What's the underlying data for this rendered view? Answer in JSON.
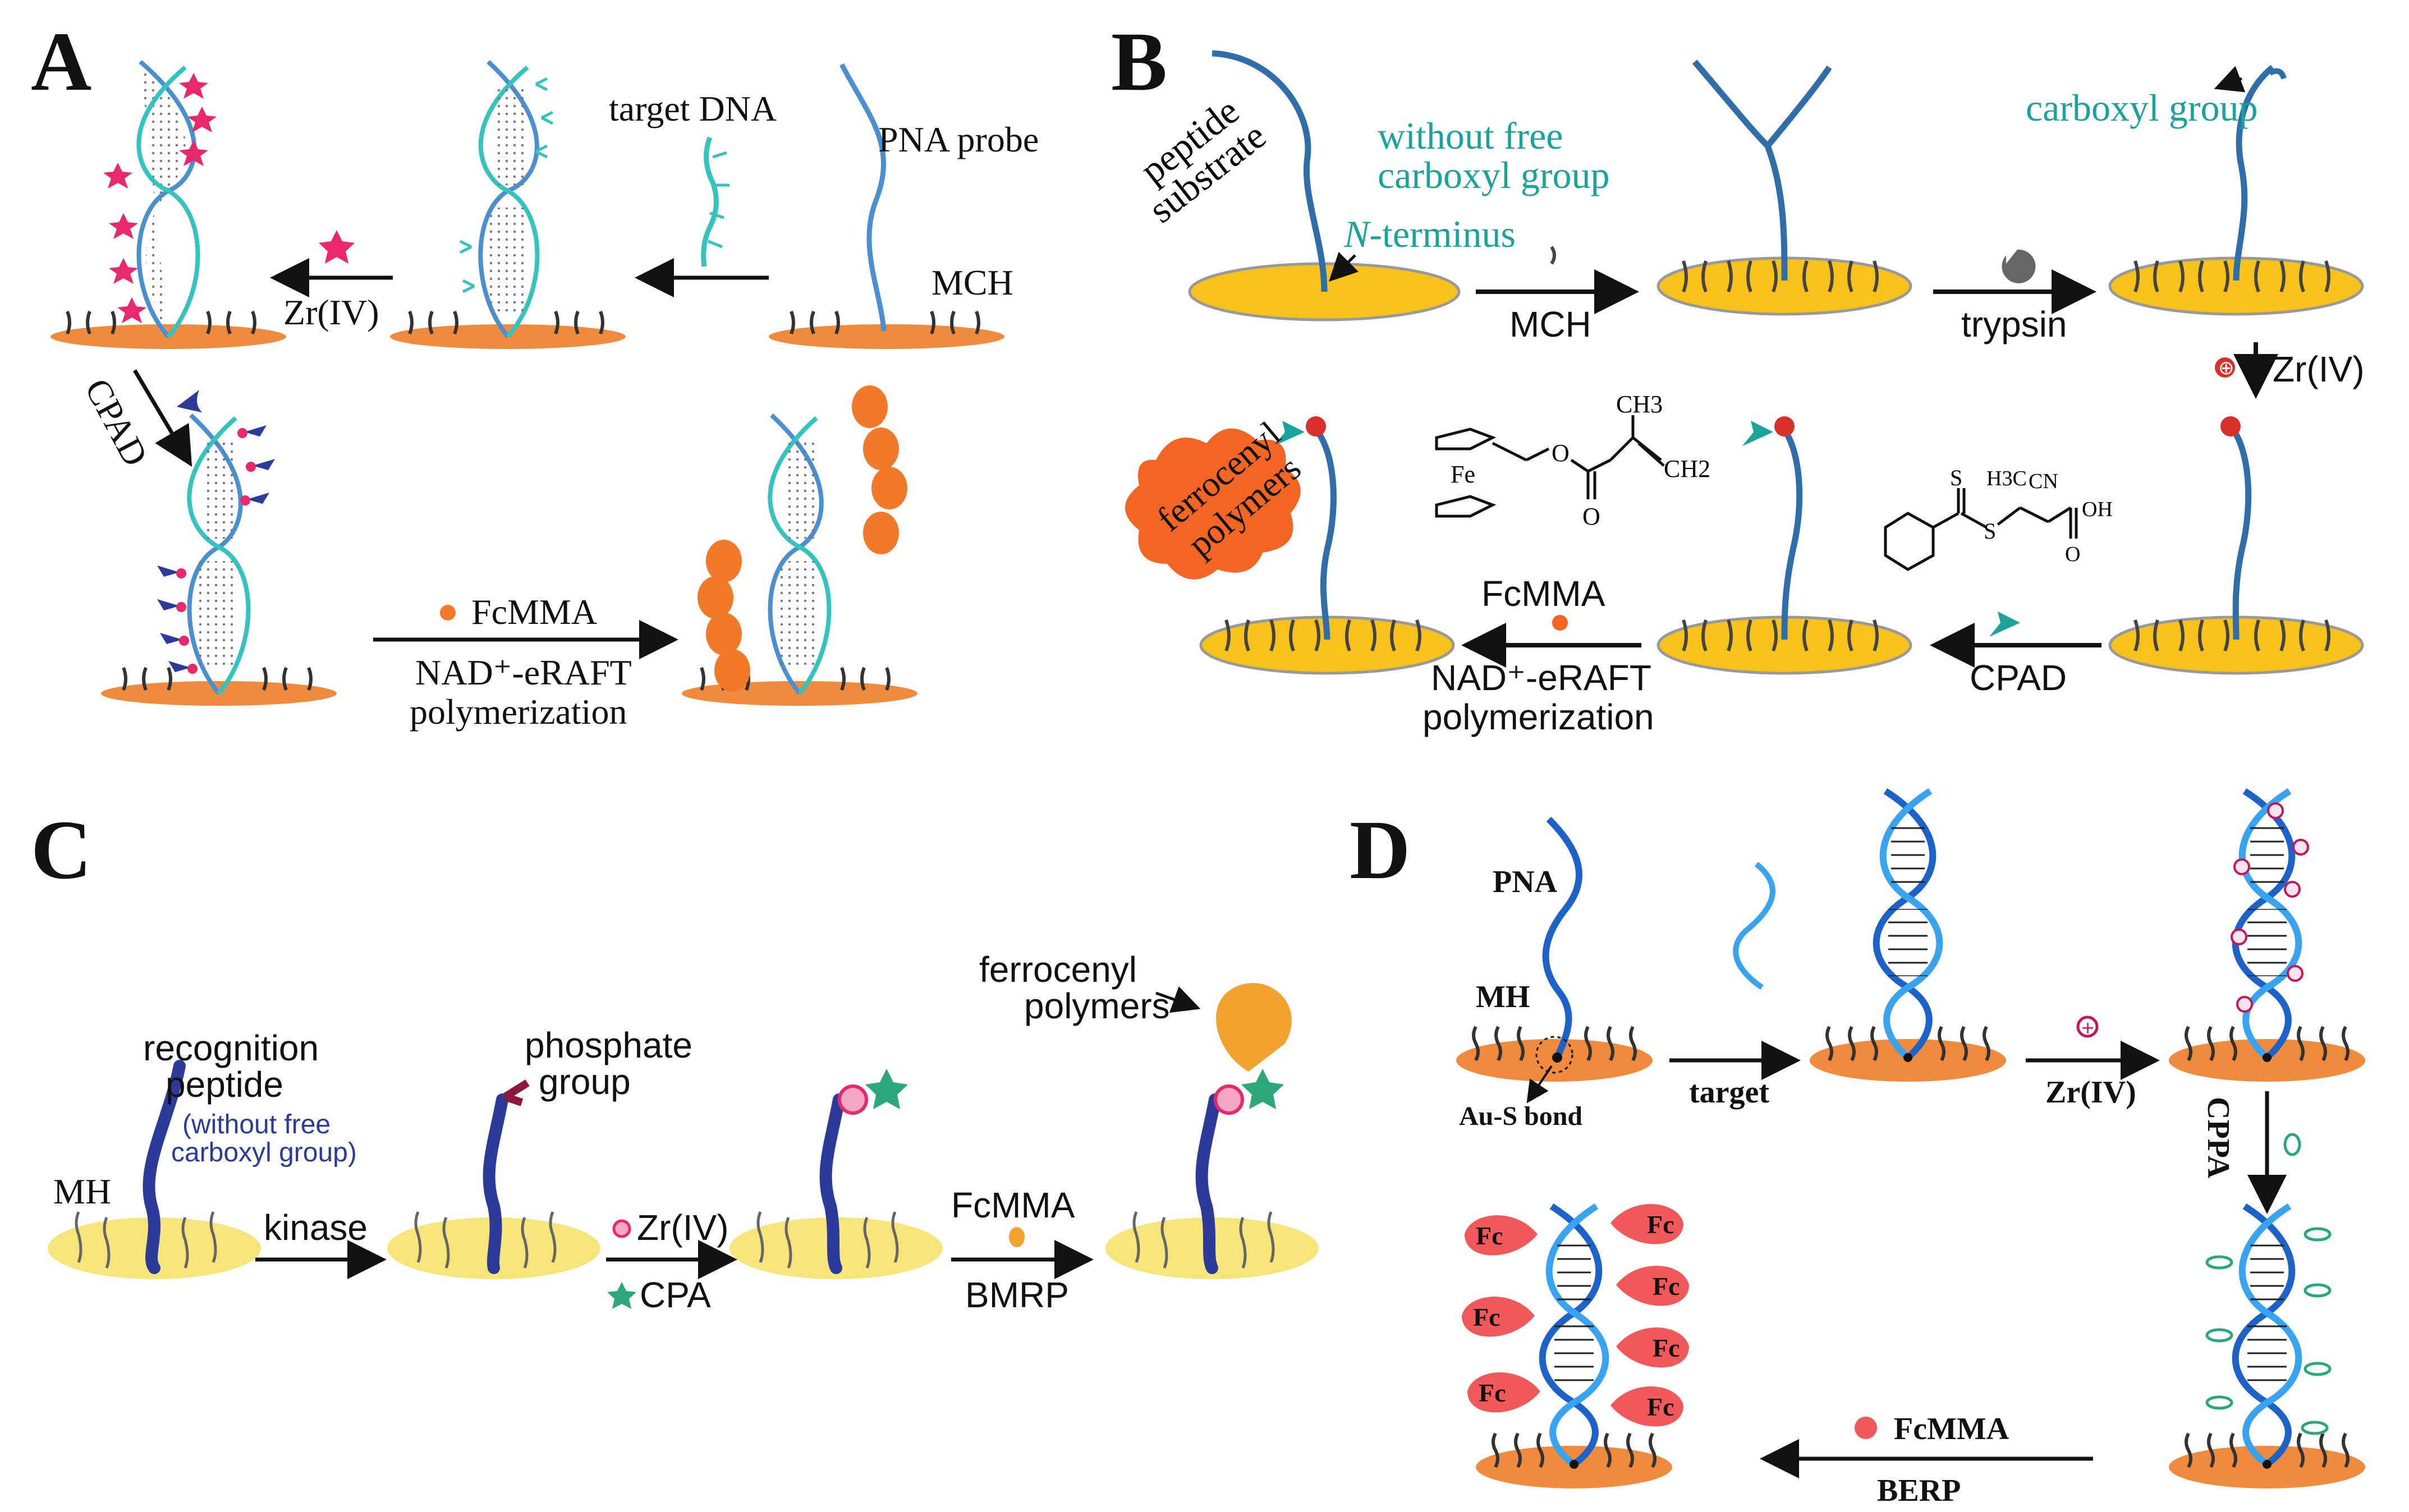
{
  "panels": {
    "A": {
      "letter": "A",
      "target_dna": "target DNA",
      "pna_probe": "PNA probe",
      "mch": "MCH",
      "zr": "Zr(IV)",
      "cpad": "CPAD",
      "fcmma": "FcMMA",
      "nad_line1": "NAD⁺-eRAFT",
      "nad_line2": "polymerization"
    },
    "B": {
      "letter": "B",
      "peptide_line1": "peptide",
      "peptide_line2": "substrate",
      "without_line1": "without free",
      "without_line2": "carboxyl group",
      "n_terminus_n": "N",
      "n_terminus_rest": "-terminus",
      "mch": "MCH",
      "trypsin": "trypsin",
      "carboxyl": "carboxyl group",
      "zr": "Zr(IV)",
      "ferro_line1": "ferrocenyl",
      "ferro_line2": "polymers",
      "fcmma": "FcMMA",
      "nad_line1": "NAD⁺-eRAFT",
      "nad_line2": "polymerization",
      "cpad": "CPAD",
      "chem_ch3": "CH3",
      "chem_ch2": "CH2",
      "chem_o1": "O",
      "chem_o2": "O",
      "chem_fe": "Fe",
      "chem_s1": "S",
      "chem_s2": "S",
      "chem_h3c": "H3C",
      "chem_cn": "CN",
      "chem_oh": "OH",
      "chem_o3": "O"
    },
    "C": {
      "letter": "C",
      "recog_line1": "recognition",
      "recog_line2": "peptide",
      "recog_paren1": "(without free",
      "recog_paren2": "carboxyl group)",
      "mh": "MH",
      "kinase": "kinase",
      "phosphate_line1": "phosphate",
      "phosphate_line2": "group",
      "zr": "Zr(IV)",
      "cpa": "CPA",
      "fcmma": "FcMMA",
      "bmrp": "BMRP",
      "ferro_line1": "ferrocenyl",
      "ferro_line2": "polymers"
    },
    "D": {
      "letter": "D",
      "pna": "PNA",
      "mh": "MH",
      "aus": "Au-S bond",
      "target": "target",
      "zr": "Zr(IV)",
      "cppa": "CPPA",
      "fcmma": "FcMMA",
      "berp": "BERP",
      "fc": "Fc"
    }
  },
  "colors": {
    "orange_surface": "#f08a3c",
    "gold_surface": "#f7c31a",
    "pale_yellow_surface": "#f8e57a",
    "dna_blue": "#4a8fcf",
    "dna_teal": "#35c3c0",
    "peptide_blue": "#2f6ea8",
    "c_peptide": "#2b3a9b",
    "text_teal": "#1aa39a",
    "zr_red": "#d9302c",
    "star_pink": "#e8286a",
    "cpa_green": "#2aa87a",
    "polymer_orange": "#f07a2a",
    "balloon_orange": "#f2a22f",
    "fc_red": "#f0585a",
    "d_helix_blue": "#1c62c9"
  }
}
